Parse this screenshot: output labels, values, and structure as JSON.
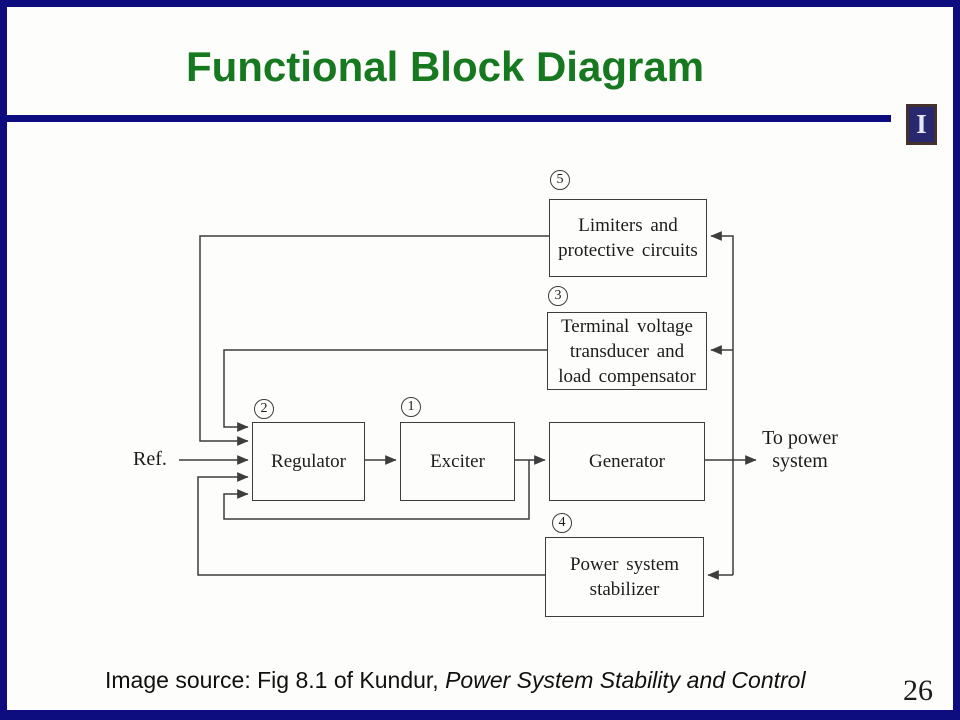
{
  "slide": {
    "title": "Functional Block Diagram",
    "page_number": "26",
    "logo_letter": "I",
    "caption_prefix": "Image source: Fig 8.1 of Kundur, ",
    "caption_book_title": "Power System Stability and Control",
    "colors": {
      "border_navy": "#0d0d80",
      "title_green": "#17791f",
      "diagram_ink": "#3d3d3d",
      "logo_frame_maroon": "#45312c"
    }
  },
  "diagram": {
    "ref_label": "Ref.",
    "output_label_lines": [
      "To power",
      "system"
    ],
    "blocks": [
      {
        "id": "limiters",
        "number": "5",
        "lines": [
          "Limiters and",
          "protective circuits"
        ]
      },
      {
        "id": "terminal-voltage-transducer",
        "number": "3",
        "lines": [
          "Terminal voltage",
          "transducer and",
          "load compensator"
        ]
      },
      {
        "id": "regulator",
        "number": "2",
        "lines": [
          "Regulator"
        ]
      },
      {
        "id": "exciter",
        "number": "1",
        "lines": [
          "Exciter"
        ]
      },
      {
        "id": "generator",
        "number": "",
        "lines": [
          "Generator"
        ]
      },
      {
        "id": "power-system-stabilizer",
        "number": "4",
        "lines": [
          "Power system",
          "stabilizer"
        ]
      }
    ]
  }
}
